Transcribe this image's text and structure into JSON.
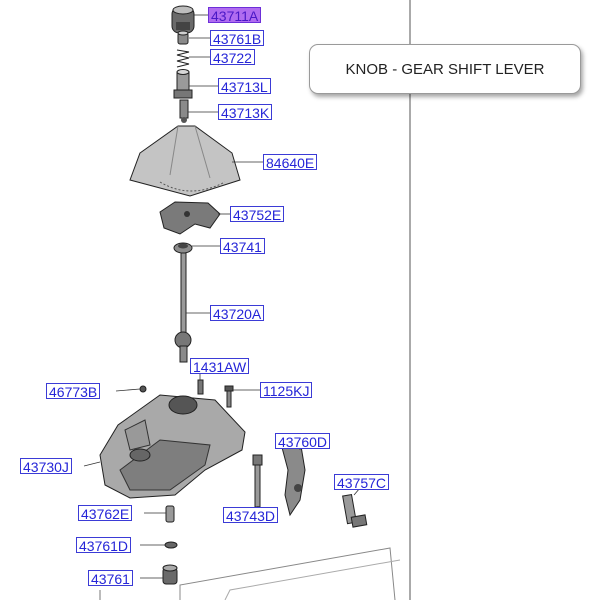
{
  "tooltip": {
    "text": "KNOB - GEAR SHIFT LEVER"
  },
  "parts": [
    {
      "id": "43711A",
      "label": "43711A",
      "selected": true
    },
    {
      "id": "43761B",
      "label": "43761B"
    },
    {
      "id": "43722",
      "label": "43722"
    },
    {
      "id": "43713L",
      "label": "43713L"
    },
    {
      "id": "43713K",
      "label": "43713K"
    },
    {
      "id": "84640E",
      "label": "84640E"
    },
    {
      "id": "43752E",
      "label": "43752E"
    },
    {
      "id": "43741",
      "label": "43741"
    },
    {
      "id": "43720A",
      "label": "43720A"
    },
    {
      "id": "1431AW",
      "label": "1431AW"
    },
    {
      "id": "46773B",
      "label": "46773B"
    },
    {
      "id": "1125KJ",
      "label": "1125KJ"
    },
    {
      "id": "43760D",
      "label": "43760D"
    },
    {
      "id": "43730J",
      "label": "43730J"
    },
    {
      "id": "43757C",
      "label": "43757C"
    },
    {
      "id": "43762E",
      "label": "43762E"
    },
    {
      "id": "43743D",
      "label": "43743D"
    },
    {
      "id": "43761D",
      "label": "43761D"
    },
    {
      "id": "43761",
      "label": "43761"
    }
  ],
  "colors": {
    "label_text": "#2525d8",
    "label_border": "#3b3bd6",
    "selected_fill": "#b06cf0",
    "line": "#333333"
  }
}
